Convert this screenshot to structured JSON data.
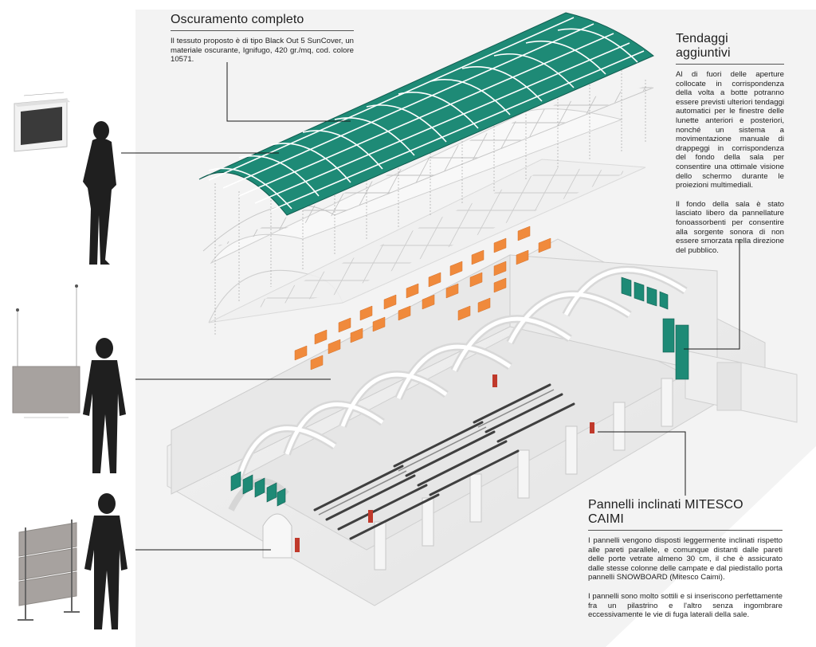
{
  "sections": {
    "oscuramento": {
      "title": "Oscuramento completo",
      "text": "Il tessuto proposto è di tipo Black Out 5 SunCover, un materiale oscurante, Ignifugo, 420 gr./mq, cod. colore 10571."
    },
    "tendaggi": {
      "title": "Tendaggi aggiuntivi",
      "paragraphs": [
        "Al di fuori delle aperture collocate in corrispondenza della volta a botte potranno essere previsti ulteriori tendaggi automatici per le finestre delle lunette anteriori e posteriori, nonché un sistema a movimentazione manuale di drappeggi in corrispondenza del fondo della sala per consentire una ottimale visione dello schermo durante le proiezioni multimediali.",
        "Il fondo della sala è stato lasciato libero da pannellature fonoassorbenti per consentire alla sorgente sonora di non essere smorzata nella direzione del pubblico."
      ]
    },
    "pannelli": {
      "title": "Pannelli inclinati MITESCO CAIMI",
      "paragraphs": [
        "I pannelli vengono disposti leggermente inclinati rispetto alle pareti parallele, e comunque distanti dalle pareti delle porte vetrate almeno 30 cm, il che è assicurato dalle stesse colonne delle campate e dal piedistallo porta pannelli SNOWBOARD (Mitesco Caimi).",
        "I pannelli sono molto sottili e si inseriscono perfettamente fra un pilastrino e l'altro senza ingombrare eccessivamente le vie di fuga laterali della sale."
      ]
    }
  },
  "colors": {
    "teal_curtain": "#1e8a76",
    "teal_dark": "#0f5d50",
    "orange_panel": "#f08a3c",
    "building_light": "#f1f1f1",
    "building_mid": "#dcdcdc",
    "building_shadow": "#c4c4c4",
    "seat_dark": "#4a4a4a",
    "silhouette": "#1f1f1f",
    "leader_line": "#1a1a1a",
    "panel_gray": "#a7a29f"
  },
  "icons": [
    "person-silhouette",
    "blackout-window-icon",
    "hanging-panel-icon",
    "standing-panel-icon"
  ]
}
